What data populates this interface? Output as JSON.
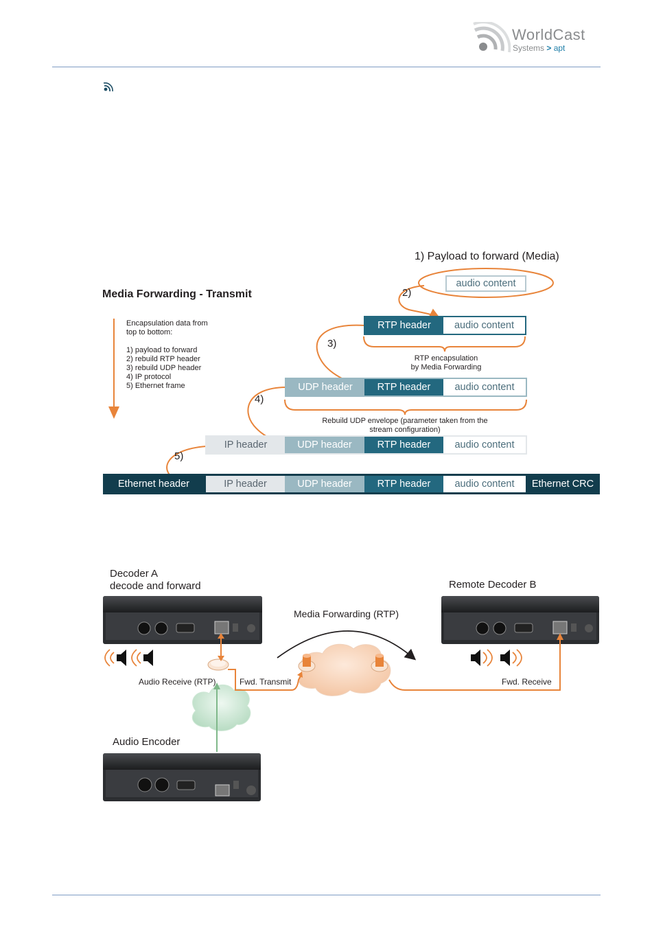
{
  "header": {
    "logo_word": "WorldCast",
    "logo_sub": "Systems",
    "logo_brand": "apt",
    "brand_color": "#8a8c8e",
    "accent_color": "#1f7ea8"
  },
  "transmit_diagram": {
    "title": "Media Forwarding - Transmit",
    "step1_title": "1) Payload to forward (Media)",
    "audio_content": "audio content",
    "rtp_header": "RTP header",
    "udp_header": "UDP header",
    "ip_header": "IP header",
    "ethernet_header": "Ethernet header",
    "ethernet_crc": "Ethernet CRC",
    "step2": "2)",
    "step3": "3)",
    "step4": "4)",
    "step5": "5)",
    "legend_intro_1": "Encapsulation data from",
    "legend_intro_2": "top to bottom:",
    "legend_items": [
      "1) payload to forward",
      "2) rebuild RTP header",
      "3) rebuild UDP header",
      "4) IP protocol",
      "5) Ethernet frame"
    ],
    "rtp_note_1": "RTP encapsulation",
    "rtp_note_2": "by Media Forwarding",
    "udp_note_1": "Rebuild UDP envelope (parameter taken from the",
    "udp_note_2": "stream configuration)"
  },
  "network_diagram": {
    "decoder_a_1": "Decoder A",
    "decoder_a_2": "decode and forward",
    "remote_decoder": "Remote Decoder B",
    "media_forwarding": "Media Forwarding (RTP)",
    "audio_receive": "Audio Receive (RTP)",
    "fwd_transmit": "Fwd. Transmit",
    "fwd_receive": "Fwd. Receive",
    "audio_encoder": "Audio Encoder"
  },
  "colors": {
    "orange": "#e8843a",
    "rtp": "#23687f",
    "udp": "#9ab8c2",
    "ip": "#e3e7ea",
    "ethernet": "#123d4d",
    "green": "#7fb88a"
  }
}
